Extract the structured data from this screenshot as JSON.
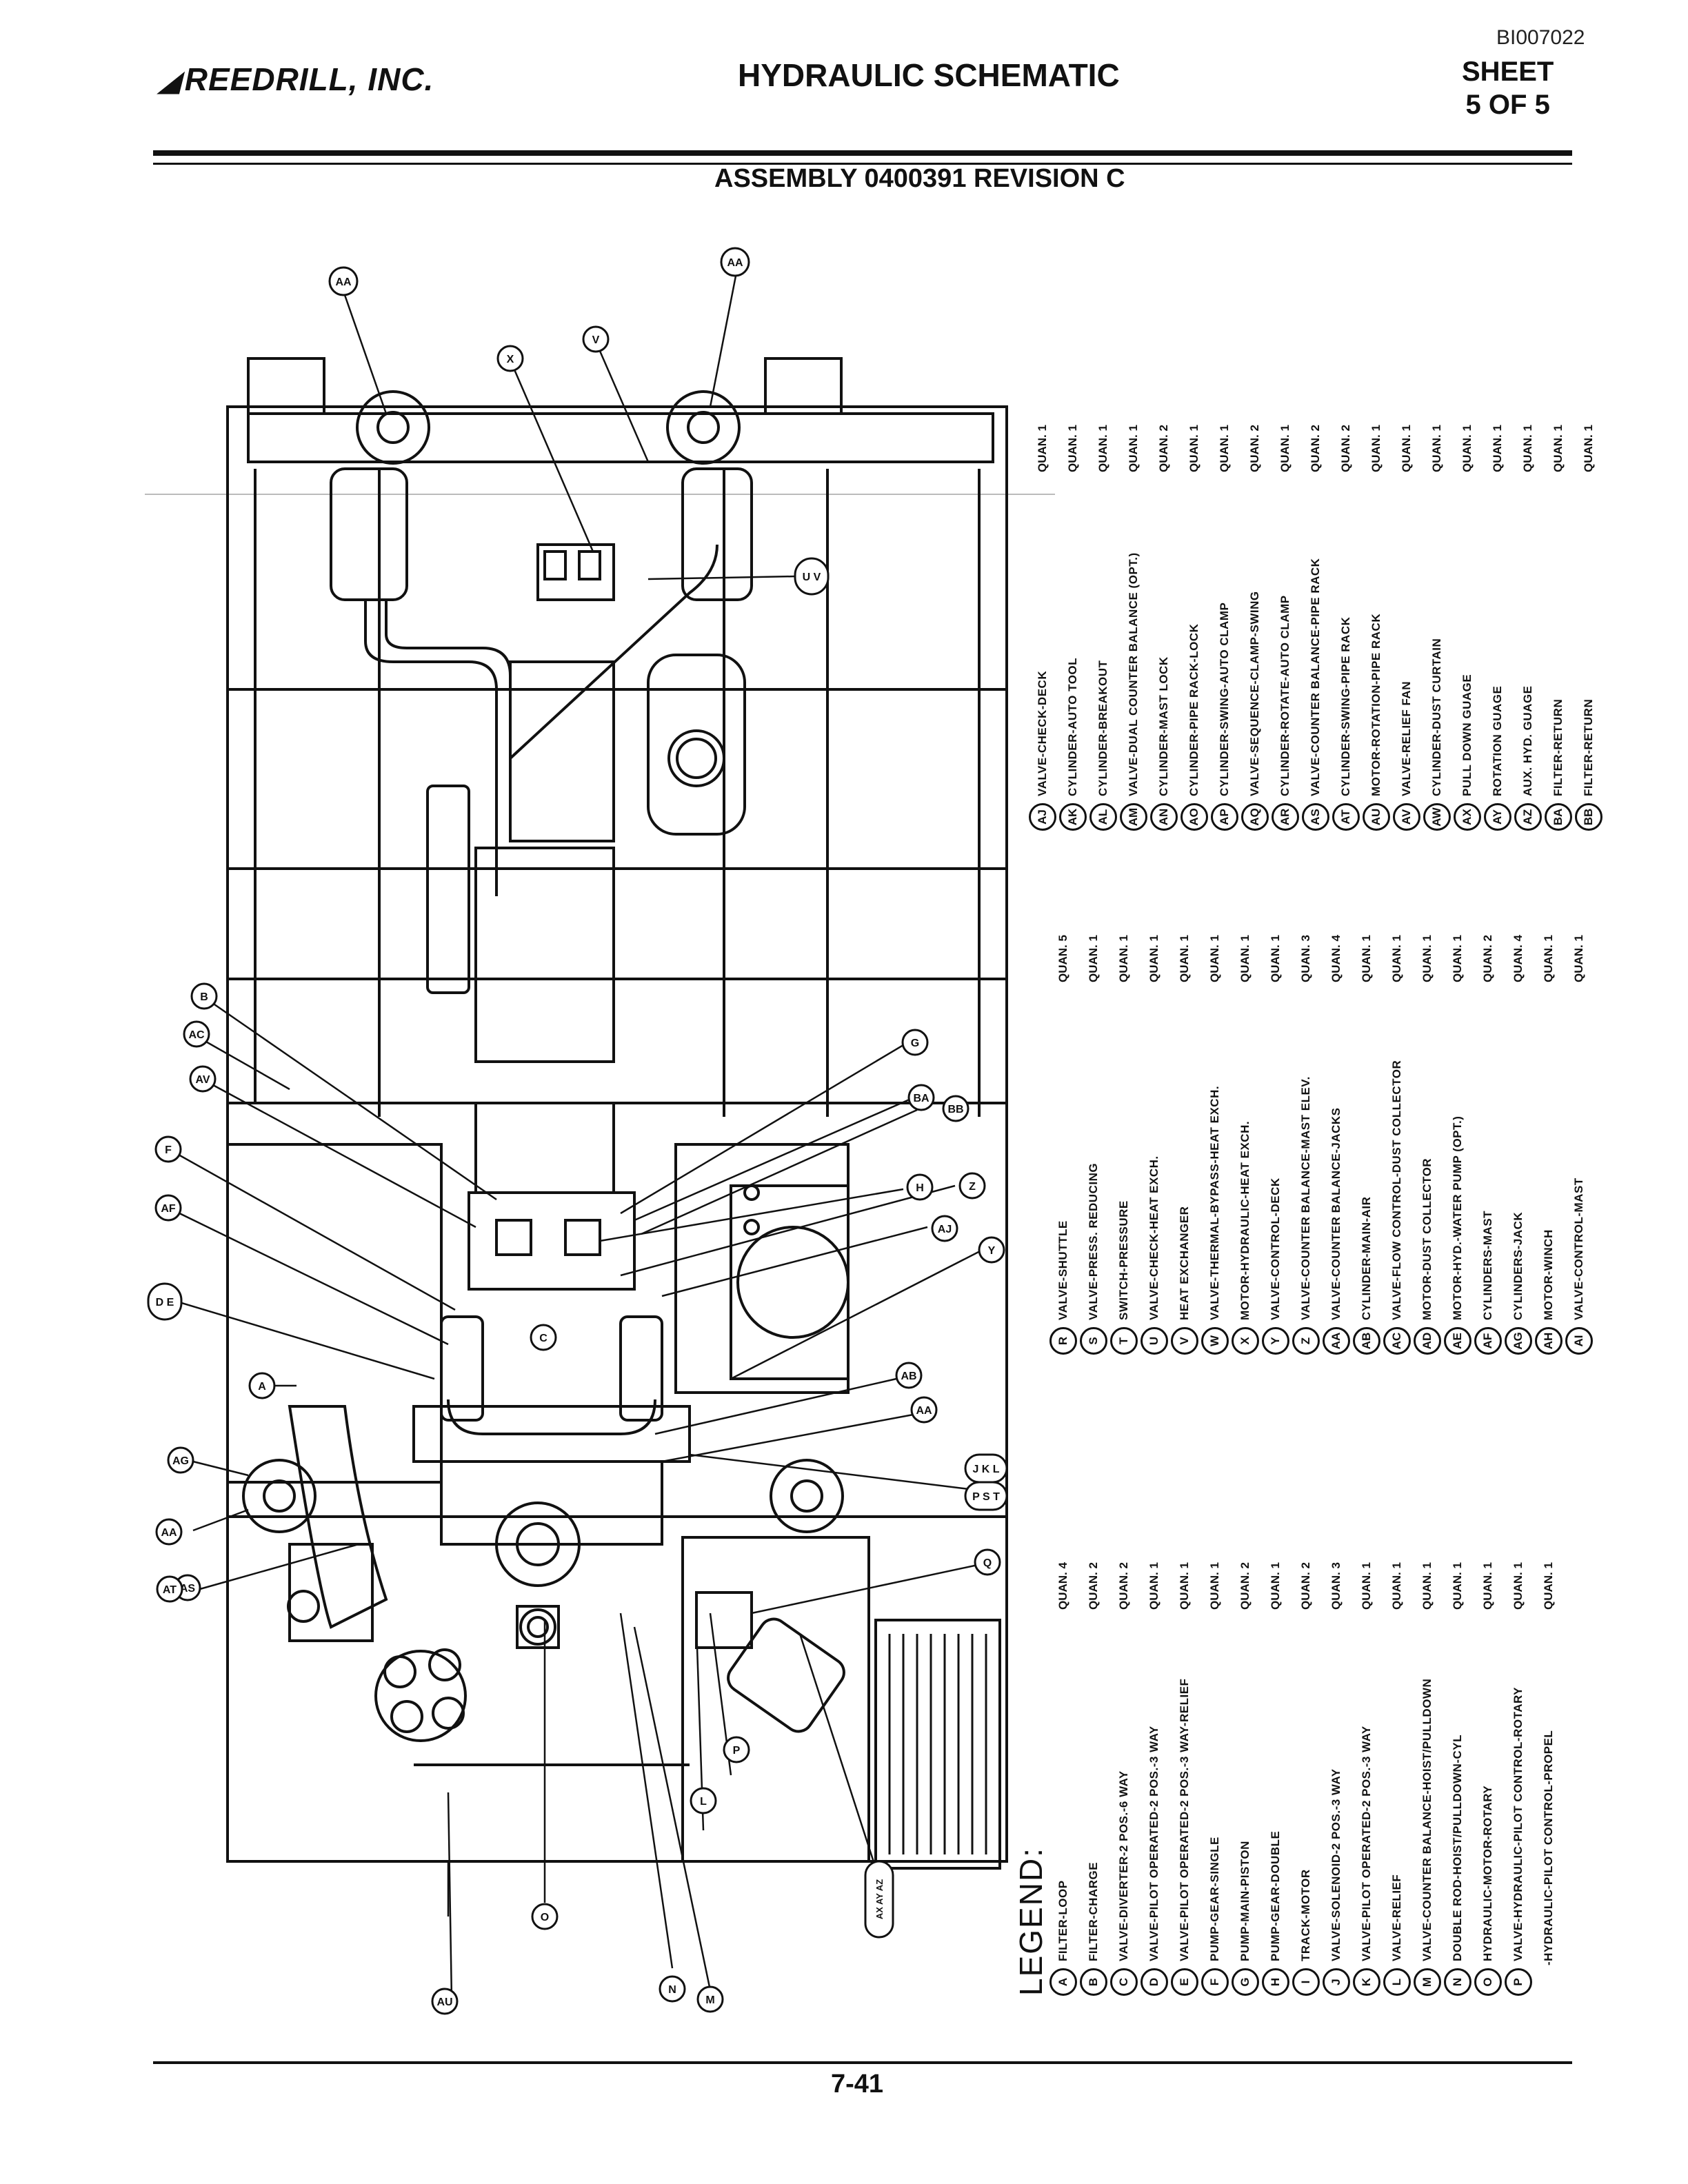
{
  "header": {
    "doc_id": "BI007022",
    "company": "REEDRILL, INC.",
    "title": "HYDRAULIC SCHEMATIC",
    "sheet_label": "SHEET",
    "sheet_value": "5 OF 5",
    "assembly": "ASSEMBLY 0400391 REVISION C"
  },
  "footer": {
    "page": "7-41"
  },
  "callouts": [
    "AA",
    "AA",
    "X",
    "V",
    "U V",
    "B",
    "AC",
    "AV",
    "F",
    "AF",
    "D E",
    "A",
    "AG",
    "AA",
    "AS",
    "AT",
    "AU",
    "O",
    "G",
    "BA",
    "BB",
    "H",
    "Z",
    "AJ",
    "Y",
    "C",
    "AB",
    "AA",
    "J K L",
    "P S T",
    "Q",
    "P",
    "L",
    "N",
    "M",
    "AX AY AZ"
  ],
  "legend": {
    "heading": "LEGEND:",
    "col1": [
      {
        "key": "A",
        "desc": "FILTER-LOOP",
        "qty": "QUAN. 4"
      },
      {
        "key": "B",
        "desc": "FILTER-CHARGE",
        "qty": "QUAN. 2"
      },
      {
        "key": "C",
        "desc": "VALVE-DIVERTER-2 POS.-6 WAY",
        "qty": "QUAN. 2"
      },
      {
        "key": "D",
        "desc": "VALVE-PILOT OPERATED-2 POS.-3 WAY",
        "qty": "QUAN. 1"
      },
      {
        "key": "E",
        "desc": "VALVE-PILOT OPERATED-2 POS.-3 WAY-RELIEF",
        "qty": "QUAN. 1"
      },
      {
        "key": "F",
        "desc": "PUMP-GEAR-SINGLE",
        "qty": "QUAN. 1"
      },
      {
        "key": "G",
        "desc": "PUMP-MAIN-PISTON",
        "qty": "QUAN. 2"
      },
      {
        "key": "H",
        "desc": "PUMP-GEAR-DOUBLE",
        "qty": "QUAN. 1"
      },
      {
        "key": "I",
        "desc": "TRACK-MOTOR",
        "qty": "QUAN. 2"
      },
      {
        "key": "J",
        "desc": "VALVE-SOLENOID-2 POS.-3 WAY",
        "qty": "QUAN. 3"
      },
      {
        "key": "K",
        "desc": "VALVE-PILOT OPERATED-2 POS.-3 WAY",
        "qty": "QUAN. 1"
      },
      {
        "key": "L",
        "desc": "VALVE-RELIEF",
        "qty": "QUAN. 1"
      },
      {
        "key": "M",
        "desc": "VALVE-COUNTER BALANCE-HOIST/PULLDOWN",
        "qty": "QUAN. 1"
      },
      {
        "key": "N",
        "desc": "DOUBLE ROD-HOIST/PULLDOWN-CYL",
        "qty": "QUAN. 1"
      },
      {
        "key": "O",
        "desc": "HYDRAULIC-MOTOR-ROTARY",
        "qty": "QUAN. 1"
      },
      {
        "key": "P",
        "desc": "VALVE-HYDRAULIC-PILOT CONTROL-ROTARY",
        "qty": "QUAN. 1"
      },
      {
        "key": "",
        "desc": "-HYDRAULIC-PILOT CONTROL-PROPEL",
        "qty": "QUAN. 1"
      }
    ],
    "col2": [
      {
        "key": "R",
        "desc": "VALVE-SHUTTLE",
        "qty": "QUAN. 5"
      },
      {
        "key": "S",
        "desc": "VALVE-PRESS. REDUCING",
        "qty": "QUAN. 1"
      },
      {
        "key": "T",
        "desc": "SWITCH-PRESSURE",
        "qty": "QUAN. 1"
      },
      {
        "key": "U",
        "desc": "VALVE-CHECK-HEAT EXCH.",
        "qty": "QUAN. 1"
      },
      {
        "key": "V",
        "desc": "HEAT EXCHANGER",
        "qty": "QUAN. 1"
      },
      {
        "key": "W",
        "desc": "VALVE-THERMAL-BYPASS-HEAT EXCH.",
        "qty": "QUAN. 1"
      },
      {
        "key": "X",
        "desc": "MOTOR-HYDRAULIC-HEAT EXCH.",
        "qty": "QUAN. 1"
      },
      {
        "key": "Y",
        "desc": "VALVE-CONTROL-DECK",
        "qty": "QUAN. 1"
      },
      {
        "key": "Z",
        "desc": "VALVE-COUNTER BALANCE-MAST ELEV.",
        "qty": "QUAN. 3"
      },
      {
        "key": "AA",
        "desc": "VALVE-COUNTER BALANCE-JACKS",
        "qty": "QUAN. 4"
      },
      {
        "key": "AB",
        "desc": "CYLINDER-MAIN-AIR",
        "qty": "QUAN. 1"
      },
      {
        "key": "AC",
        "desc": "VALVE-FLOW CONTROL-DUST COLLECTOR",
        "qty": "QUAN. 1"
      },
      {
        "key": "AD",
        "desc": "MOTOR-DUST COLLECTOR",
        "qty": "QUAN. 1"
      },
      {
        "key": "AE",
        "desc": "MOTOR-HYD.-WATER PUMP (OPT.)",
        "qty": "QUAN. 1"
      },
      {
        "key": "AF",
        "desc": "CYLINDERS-MAST",
        "qty": "QUAN. 2"
      },
      {
        "key": "AG",
        "desc": "CYLINDERS-JACK",
        "qty": "QUAN. 4"
      },
      {
        "key": "AH",
        "desc": "MOTOR-WINCH",
        "qty": "QUAN. 1"
      },
      {
        "key": "AI",
        "desc": "VALVE-CONTROL-MAST",
        "qty": "QUAN. 1"
      }
    ],
    "col3": [
      {
        "key": "AJ",
        "desc": "VALVE-CHECK-DECK",
        "qty": "QUAN. 1"
      },
      {
        "key": "AK",
        "desc": "CYLINDER-AUTO TOOL",
        "qty": "QUAN. 1"
      },
      {
        "key": "AL",
        "desc": "CYLINDER-BREAKOUT",
        "qty": "QUAN. 1"
      },
      {
        "key": "AM",
        "desc": "VALVE-DUAL COUNTER BALANCE (OPT.)",
        "qty": "QUAN. 1"
      },
      {
        "key": "AN",
        "desc": "CYLINDER-MAST LOCK",
        "qty": "QUAN. 2"
      },
      {
        "key": "AO",
        "desc": "CYLINDER-PIPE RACK-LOCK",
        "qty": "QUAN. 1"
      },
      {
        "key": "AP",
        "desc": "CYLINDER-SWING-AUTO CLAMP",
        "qty": "QUAN. 1"
      },
      {
        "key": "AQ",
        "desc": "VALVE-SEQUENCE-CLAMP-SWING",
        "qty": "QUAN. 2"
      },
      {
        "key": "AR",
        "desc": "CYLINDER-ROTATE-AUTO CLAMP",
        "qty": "QUAN. 1"
      },
      {
        "key": "AS",
        "desc": "VALVE-COUNTER BALANCE-PIPE RACK",
        "qty": "QUAN. 2"
      },
      {
        "key": "AT",
        "desc": "CYLINDER-SWING-PIPE RACK",
        "qty": "QUAN. 2"
      },
      {
        "key": "AU",
        "desc": "MOTOR-ROTATION-PIPE RACK",
        "qty": "QUAN. 1"
      },
      {
        "key": "AV",
        "desc": "VALVE-RELIEF FAN",
        "qty": "QUAN. 1"
      },
      {
        "key": "AW",
        "desc": "CYLINDER-DUST CURTAIN",
        "qty": "QUAN. 1"
      },
      {
        "key": "AX",
        "desc": "PULL DOWN GUAGE",
        "qty": "QUAN. 1"
      },
      {
        "key": "AY",
        "desc": "ROTATION GUAGE",
        "qty": "QUAN. 1"
      },
      {
        "key": "AZ",
        "desc": "AUX. HYD. GUAGE",
        "qty": "QUAN. 1"
      },
      {
        "key": "BA",
        "desc": "FILTER-RETURN",
        "qty": "QUAN. 1"
      },
      {
        "key": "BB",
        "desc": "FILTER-RETURN",
        "qty": "QUAN. 1"
      }
    ]
  }
}
